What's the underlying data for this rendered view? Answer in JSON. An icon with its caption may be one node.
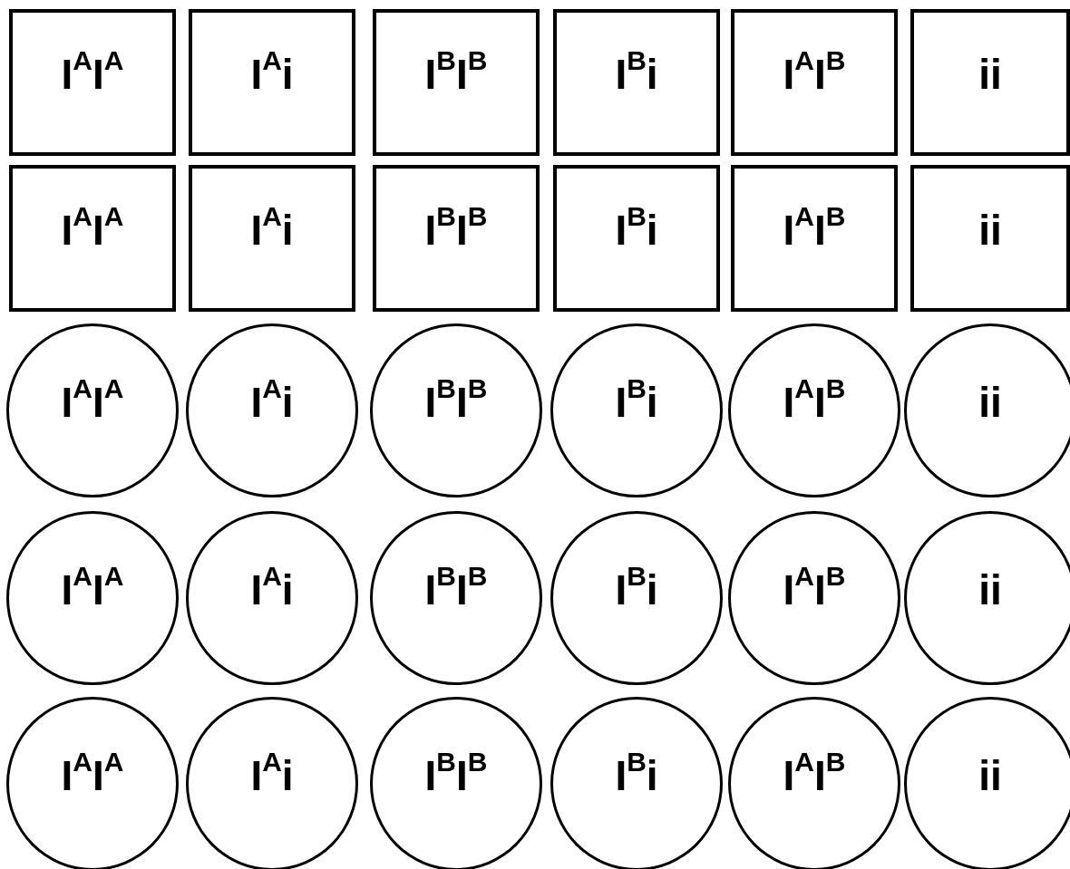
{
  "diagram": {
    "nodes": [
      {
        "text": [
          "I$^{A}$I$^{A}$"
        ]
      },
      {
        "text": [
          "I$^{A}$i"
        ]
      },
      {
        "text": [
          "I$^{B}$I$^{B}$"
        ]
      },
      {
        "text": [
          "I$^{B}$i"
        ]
      },
      {
        "text": [
          "I$^{A}$I$^{B}$"
        ]
      },
      {
        "text": [
          "ii"
        ]
      },
      {
        "text": [
          "I$^{A}$I$^{A}$"
        ]
      },
      {
        "text": [
          "I$^{A}$i"
        ]
      },
      {
        "text": [
          "I$^{B}$I$^{B}$"
        ]
      },
      {
        "text": [
          "I$^{B}$i"
        ]
      },
      {
        "text": [
          "I$^{A}$I$^{B}$"
        ]
      },
      {
        "text": [
          "ii"
        ]
      },
      {
        "text": [
          "I$^{A}$I$^{A}$"
        ]
      },
      {
        "text": [
          "I$^{A}$i"
        ]
      },
      {
        "text": [
          "I$^{B}$I$^{B}$"
        ]
      },
      {
        "text": [
          "I$^{B}$i"
        ]
      },
      {
        "text": [
          "I$^{A}$I$^{B}$"
        ]
      },
      {
        "text": [
          "ii"
        ]
      },
      {
        "text": [
          "I$^{A}$I$^{A}$"
        ]
      },
      {
        "text": [
          "I$^{A}$i"
        ]
      },
      {
        "text": [
          "I$^{B}$I$^{B}$"
        ]
      },
      {
        "text": [
          "I$^{B}$i"
        ]
      },
      {
        "text": [
          "I$^{A}$I$^{B}$"
        ]
      },
      {
        "text": [
          "ii"
        ]
      },
      {
        "text": [
          "I$^{A}$I$^{A}$"
        ]
      },
      {
        "text": [
          "I$^{A}$i"
        ]
      },
      {
        "text": [
          "I$^{B}$I$^{B}$"
        ]
      },
      {
        "text": [
          "I$^{B}$i"
        ]
      },
      {
        "text": [
          "I$^{A}$I$^{B}$"
        ]
      },
      {
        "text": [
          "ii"
        ]
      }
    ]
  }
}
